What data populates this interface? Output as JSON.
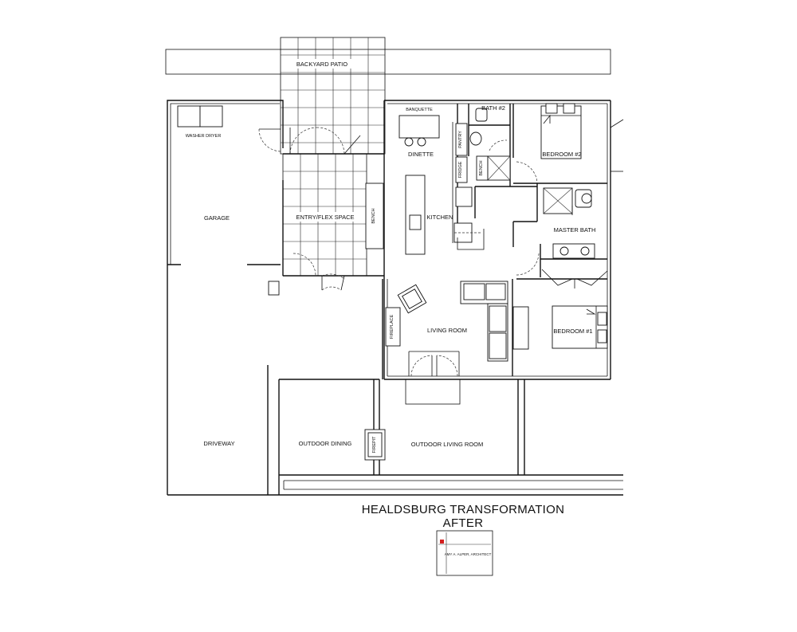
{
  "plan": {
    "rooms": {
      "backyard_patio": "BACKYARD PATIO",
      "banquette": "BANQUETTE",
      "bath2": "BATH #2",
      "bedroom2": "BEDROOM #2",
      "washer_dryer": "WASHER DRYER",
      "dinette": "DINETTE",
      "pantry": "PANTRY",
      "fridge": "FRIDGE",
      "bench_bath": "BENCH",
      "garage": "GARAGE",
      "entry_flex": "ENTRY/FLEX SPACE",
      "bench_entry": "BENCH",
      "kitchen": "KITCHEN",
      "master_bath": "MASTER BATH",
      "fireplace": "FIREPLACE",
      "living_room": "LIVING ROOM",
      "bedroom1": "BEDROOM #1",
      "driveway": "DRIVEWAY",
      "outdoor_dining": "OUTDOOR DINING",
      "firepit": "FIREPIT",
      "outdoor_living": "OUTDOOR LIVING ROOM"
    }
  },
  "title": {
    "line1": "HEALDSBURG TRANSFORMATION",
    "line2": "AFTER"
  },
  "logo": {
    "text": "AMY A. ALPER, ARCHITECT",
    "accent_color": "#d42020"
  }
}
